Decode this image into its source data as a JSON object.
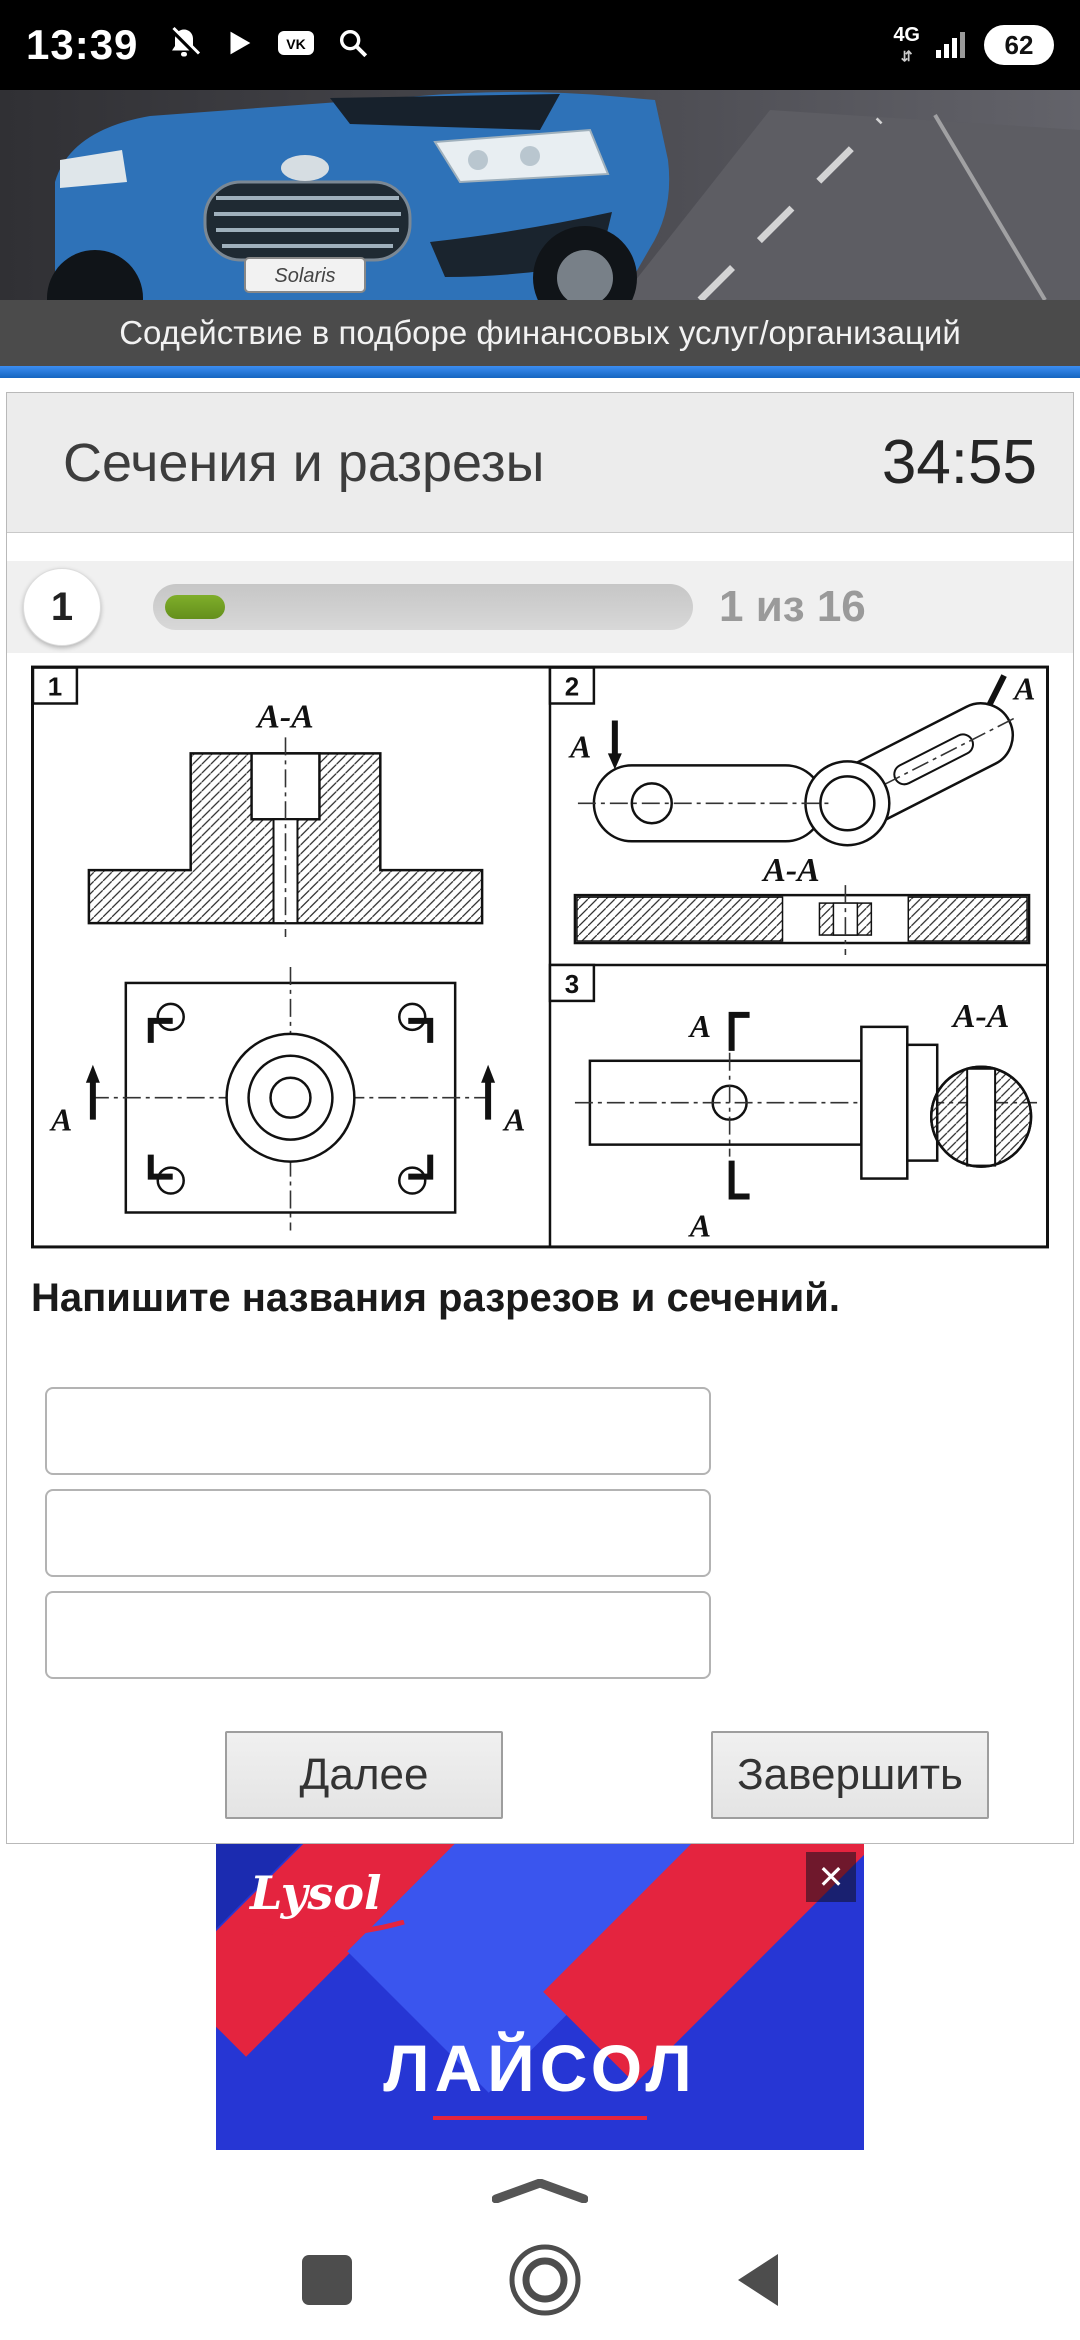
{
  "status_bar": {
    "time": "13:39",
    "network_badge": "4G",
    "battery_level": "62",
    "vk_label": "VK",
    "icons": [
      "notifications-off-icon",
      "play-icon",
      "vk-icon",
      "search-icon",
      "signal-bars-icon",
      "battery-icon"
    ]
  },
  "banner": {
    "car_plate": "Solaris",
    "caption": "Содействие в подборе финансовых услуг/организаций"
  },
  "quiz": {
    "header": {
      "title": "Сечения и разрезы",
      "timer": "34:55"
    },
    "progress": {
      "current_number": "1",
      "counter": "1 из 16"
    },
    "question": "Напишите названия разрезов и сечений.",
    "answers": [
      {
        "value": "",
        "placeholder": ""
      },
      {
        "value": "",
        "placeholder": ""
      },
      {
        "value": "",
        "placeholder": ""
      }
    ],
    "buttons": {
      "next": "Далее",
      "finish": "Завершить"
    }
  },
  "figure": {
    "panels": [
      {
        "number": "1"
      },
      {
        "number": "2"
      },
      {
        "number": "3"
      }
    ],
    "section_label": "А-А",
    "cut_label": "А"
  },
  "ad": {
    "brand": "Lysol",
    "headline": "ЛАЙСОЛ",
    "close_label": "✕"
  },
  "colors": {
    "accent_blue": "#1e7ae5",
    "progress_green": "#6f9f21",
    "ad_blue": "#2636d4",
    "ad_red": "#e4243f"
  }
}
